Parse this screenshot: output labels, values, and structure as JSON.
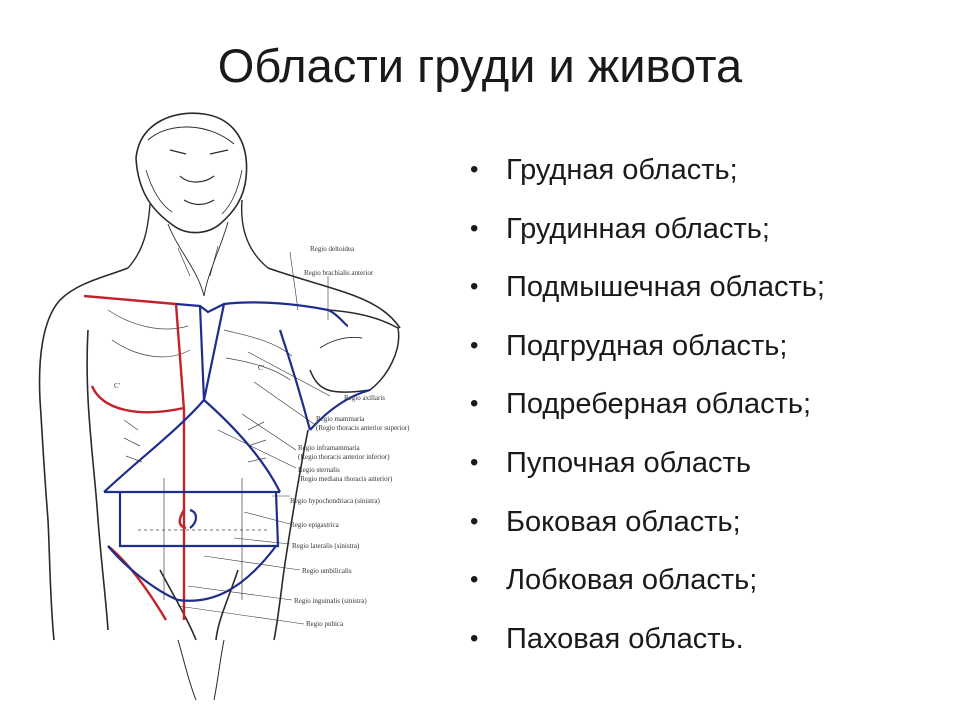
{
  "slide": {
    "title": "Области груди и живота",
    "bullets": [
      "Грудная область;",
      "Грудинная область;",
      "Подмышечная область;",
      "Подгрудная область;",
      "Подреберная область;",
      "Пупочная область",
      "Боковая область;",
      "Лобковая область;",
      "Паховая область."
    ],
    "bullet_symbol": "•"
  },
  "figure": {
    "labels": [
      "Regio deltoidea",
      "Regio brachialis anterior",
      "Regio axillaris",
      "Regio mammaria",
      "(Regio thoracis anterior superior)",
      "Regio inframammaria",
      "(Regio thoracis anterior inferior)",
      "Regio sternalis",
      "(Regio mediana thoracis anterior)",
      "Regio hypochondriaca (sinistra)",
      "Regio epigastrica",
      "Regio lateralis (sinistra)",
      "Regio umbilicalis",
      "Regio inguinalis (sinistra)",
      "Regio pubica"
    ],
    "marks": [
      "C'",
      "C'"
    ],
    "colors": {
      "ink": "#2a2a2a",
      "red_line": "#c4222a",
      "blue_line": "#1f2d8c"
    }
  }
}
